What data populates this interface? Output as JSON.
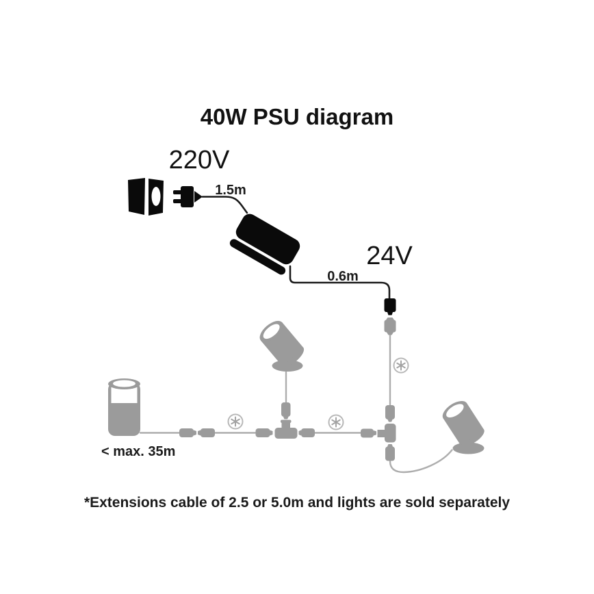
{
  "title": "40W PSU diagram",
  "labels": {
    "mains_voltage": "220V",
    "mains_cable_length": "1.5m",
    "dc_voltage": "24V",
    "dc_cable_length": "0.6m",
    "max_cable_run": "< max. 35m"
  },
  "footnote": "*Extensions cable of 2.5 or 5.0m and lights are sold separately",
  "extension_markers": {
    "symbol": "*",
    "meaning": "extension point (cable sold separately)",
    "count": 3
  },
  "components": [
    "wall-socket-icon",
    "power-plug-icon",
    "psu-brick-icon",
    "dc-plug-icon",
    "dc-socket-icon",
    "inline-connector-pair-icon",
    "t-connector-icon",
    "spotlight-icon",
    "bollard-light-icon",
    "extension-point-marker-icon"
  ],
  "colors": {
    "background": "#ffffff",
    "mains_side_black": "#0a0a0a",
    "low_voltage_gray": "#9b9b9b",
    "cable_gray": "#adadad",
    "marker_gray": "#b8b8b8",
    "text_ink": "#111111"
  }
}
